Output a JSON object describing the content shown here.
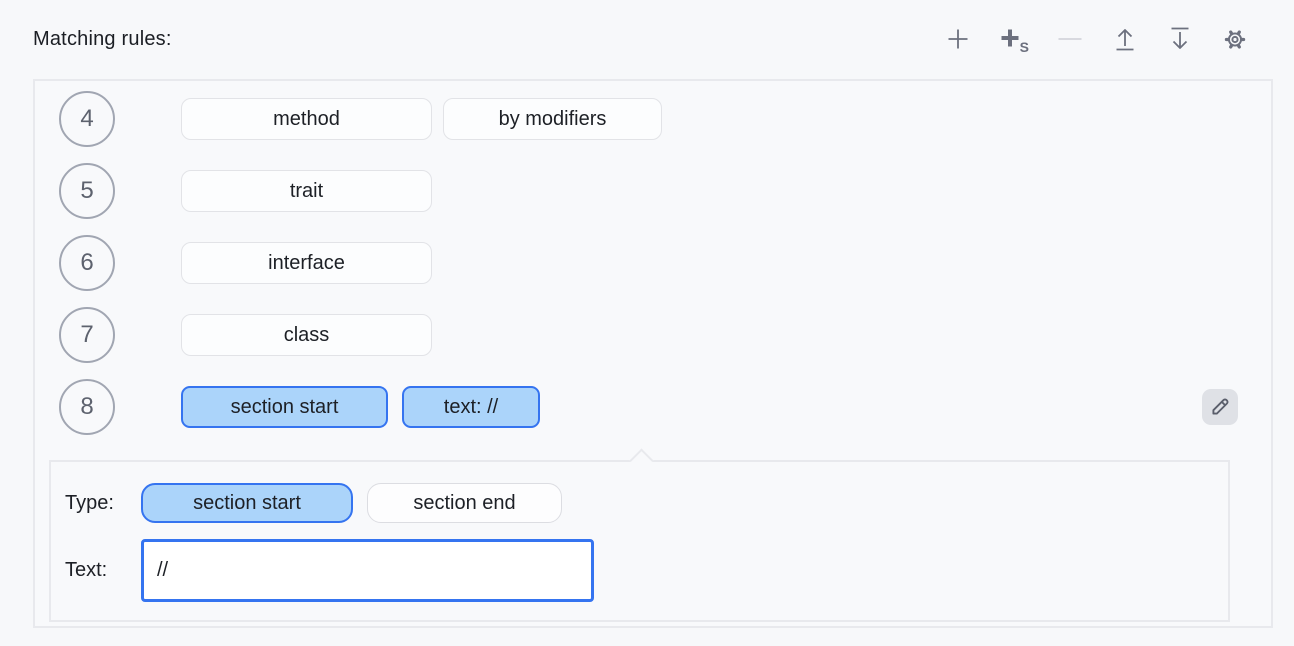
{
  "header": {
    "title": "Matching rules:"
  },
  "toolbar": {
    "add_icon": "plus-icon",
    "add_section_icon": "plus-with-s-icon",
    "add_s_label": "S",
    "remove_icon": "minus-icon",
    "move_up_icon": "arrow-up-from-bar-icon",
    "move_down_icon": "arrow-down-to-bar-icon",
    "settings_icon": "gear-icon",
    "remove_disabled": true
  },
  "rules": [
    {
      "number": "4",
      "chips": [
        {
          "label": "method",
          "selected": false
        },
        {
          "label": "by modifiers",
          "selected": false
        }
      ]
    },
    {
      "number": "5",
      "chips": [
        {
          "label": "trait",
          "selected": false
        }
      ]
    },
    {
      "number": "6",
      "chips": [
        {
          "label": "interface",
          "selected": false
        }
      ]
    },
    {
      "number": "7",
      "chips": [
        {
          "label": "class",
          "selected": false
        }
      ]
    },
    {
      "number": "8",
      "chips": [
        {
          "label": "section start",
          "selected": true
        },
        {
          "label": "text: //",
          "selected": true
        }
      ]
    }
  ],
  "edit_button_icon": "pencil-icon",
  "editor": {
    "type_label": "Type:",
    "type_options": [
      {
        "label": "section start",
        "selected": true
      },
      {
        "label": "section end",
        "selected": false
      }
    ],
    "text_label": "Text:",
    "text_value": "//"
  },
  "colors": {
    "accent_blue": "#3574f0",
    "chip_blue_bg": "#abd4fa",
    "icon_gray": "#6c707e",
    "icon_disabled": "#d3d5db",
    "panel_border": "#e8e9ed",
    "background": "#f7f8fa"
  }
}
